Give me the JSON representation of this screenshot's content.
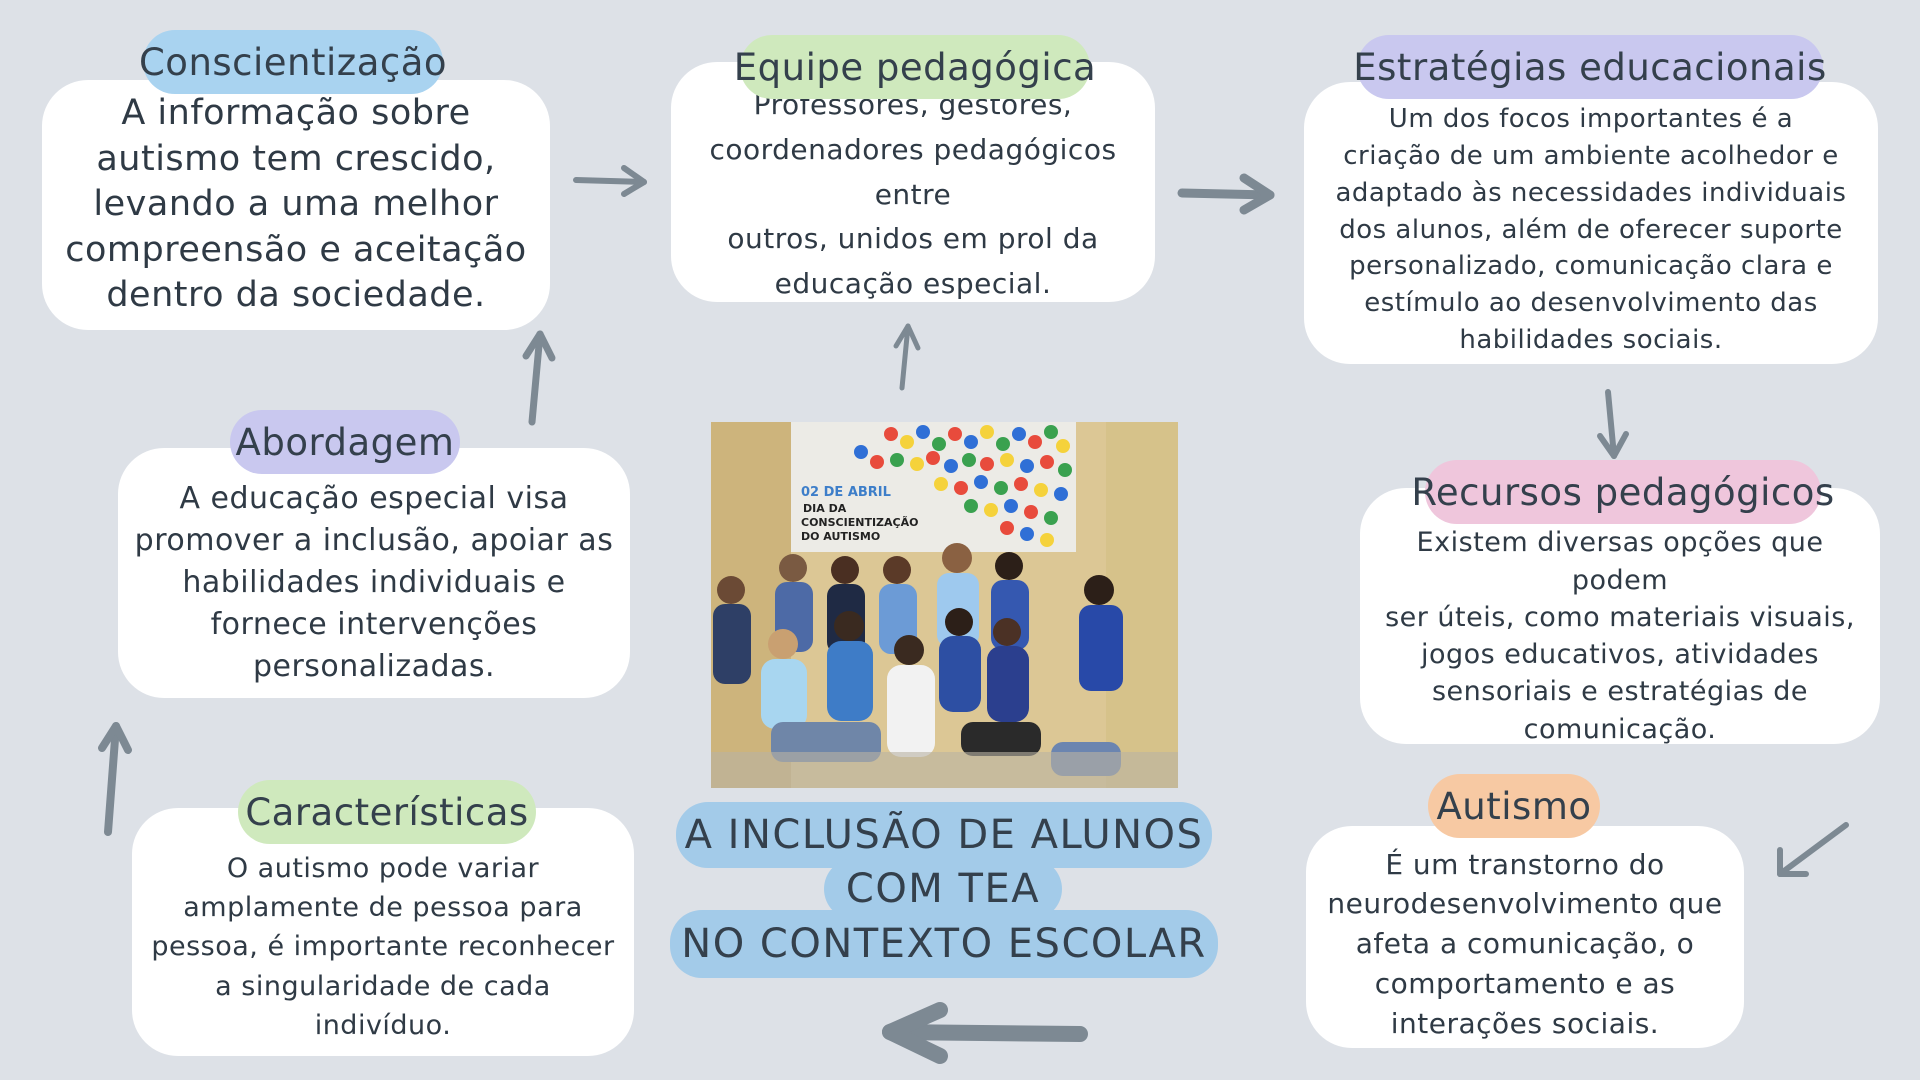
{
  "colors": {
    "background": "#dde1e7",
    "card": "#ffffff",
    "blue": "#a9d3f0",
    "green": "#cfe9bd",
    "lavender": "#c9c8ef",
    "pink": "#efc6dc",
    "orange": "#f7c9a3",
    "title": "#a3cbe9",
    "arrow": "#7d8993"
  },
  "sections": {
    "conscientizacao": {
      "label": "Conscientização",
      "text": "A informação sobre\nautismo tem crescido,\nlevando a uma melhor\ncompreensão e aceitação\ndentro da sociedade."
    },
    "equipe": {
      "label": "Equipe pedagógica",
      "text": "Professores, gestores,\ncoordenadores pedagógicos entre\noutros, unidos em prol da\neducação especial."
    },
    "estrategias": {
      "label": "Estratégias educacionais",
      "text": "Um dos focos  importantes é a\ncriação de um ambiente acolhedor e\nadaptado às necessidades individuais\ndos alunos, além de oferecer suporte\npersonalizado, comunicação clara e\nestímulo ao desenvolvimento das\nhabilidades sociais."
    },
    "abordagem": {
      "label": "Abordagem",
      "text": "A educação especial visa\npromover a inclusão, apoiar as\nhabilidades individuais e\nfornece intervenções\npersonalizadas."
    },
    "recursos": {
      "label": "Recursos pedagógicos",
      "text": "Existem diversas opções que podem\nser úteis, como materiais visuais,\njogos educativos, atividades\nsensoriais e estratégias de\ncomunicação."
    },
    "caracteristicas": {
      "label": "Características",
      "text": "O autismo pode variar\namplamente de pessoa para\npessoa, é importante reconhecer\na singularidade de cada indivíduo."
    },
    "autismo": {
      "label": "Autismo",
      "text": "É um transtorno do\nneurodesenvolvimento que\nafeta a comunicação, o\ncomportamento e as\ninterações sociais."
    }
  },
  "title": {
    "line1": "A INCLUSÃO DE ALUNOS",
    "line2": "COM TEA",
    "line3": "NO CONTEXTO ESCOLAR"
  },
  "photo": {
    "banner_line1": "02 DE ABRIL",
    "banner_line2": "DIA DA",
    "banner_line3": "CONSCIENTIZAÇÃO",
    "banner_line4": "DO AUTISMO"
  }
}
